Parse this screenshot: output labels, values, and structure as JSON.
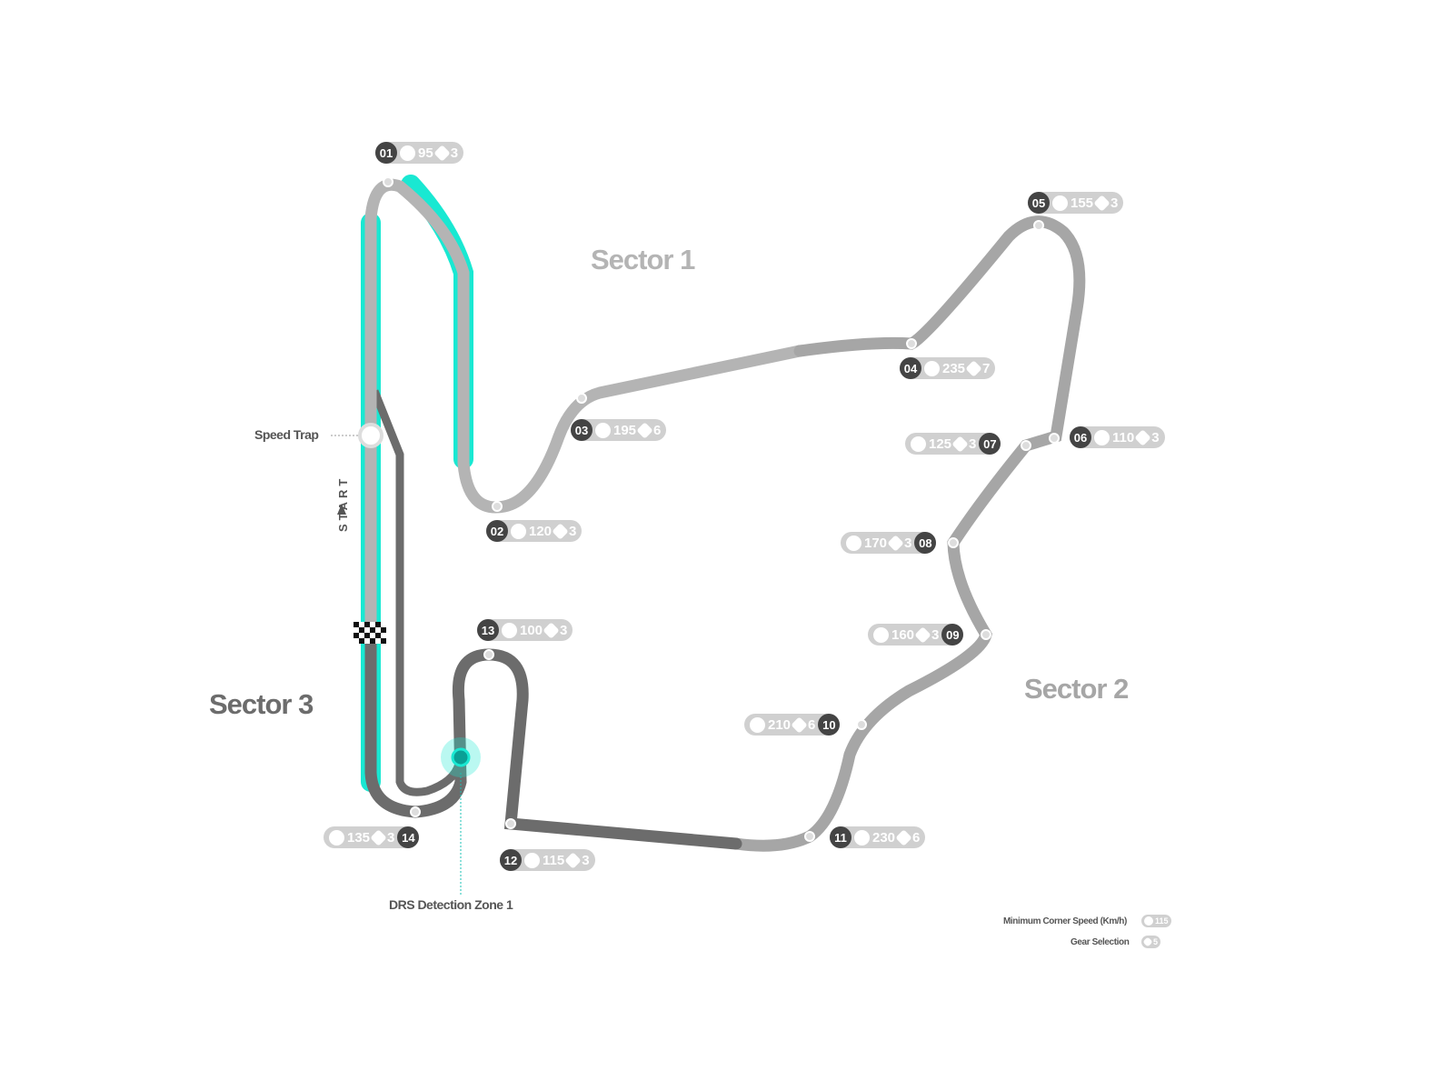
{
  "sectors": {
    "s1": "Sector 1",
    "s2": "Sector 2",
    "s3": "Sector 3"
  },
  "labels": {
    "speed_trap": "Speed Trap",
    "start": "START",
    "drs": "DRS Detection Zone 1"
  },
  "legend": {
    "speed_label": "Minimum Corner Speed (Km/h)",
    "speed_example": "115",
    "gear_label": "Gear Selection",
    "gear_example": "5"
  },
  "colors": {
    "sector1": "#b4b4b4",
    "sector2": "#a6a6a6",
    "sector3": "#6c6c6c",
    "drs": "#19e8d2",
    "badge": "#444444",
    "pill": "#d0d0d0"
  },
  "corners": [
    {
      "num": "01",
      "speed": "95",
      "gear": "3"
    },
    {
      "num": "02",
      "speed": "120",
      "gear": "3"
    },
    {
      "num": "03",
      "speed": "195",
      "gear": "6"
    },
    {
      "num": "04",
      "speed": "235",
      "gear": "7"
    },
    {
      "num": "05",
      "speed": "155",
      "gear": "3"
    },
    {
      "num": "06",
      "speed": "110",
      "gear": "3"
    },
    {
      "num": "07",
      "speed": "125",
      "gear": "3"
    },
    {
      "num": "08",
      "speed": "170",
      "gear": "3"
    },
    {
      "num": "09",
      "speed": "160",
      "gear": "3"
    },
    {
      "num": "10",
      "speed": "210",
      "gear": "6"
    },
    {
      "num": "11",
      "speed": "230",
      "gear": "6"
    },
    {
      "num": "12",
      "speed": "115",
      "gear": "3"
    },
    {
      "num": "13",
      "speed": "100",
      "gear": "3"
    },
    {
      "num": "14",
      "speed": "135",
      "gear": "3"
    }
  ]
}
